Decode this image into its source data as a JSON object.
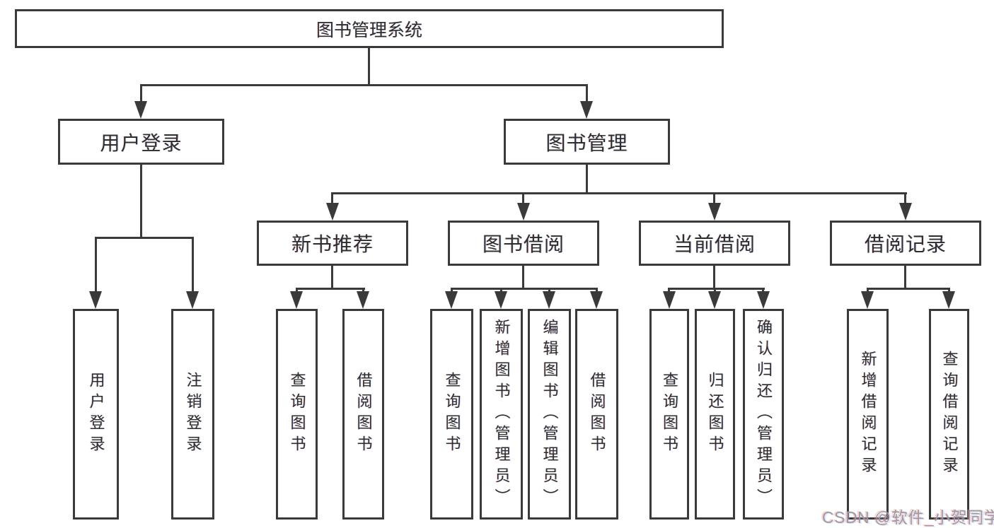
{
  "title": "图书管理系统",
  "branches": [
    {
      "label": "用户登录",
      "children": [
        "用户登录",
        "注销登录"
      ]
    },
    {
      "label": "图书管理",
      "groups": [
        {
          "label": "新书推荐",
          "children": [
            "查询图书",
            "借阅图书"
          ]
        },
        {
          "label": "图书借阅",
          "children": [
            "查询图书",
            "新增图书（管理员）",
            "编辑图书（管理员）",
            "借阅图书"
          ]
        },
        {
          "label": "当前借阅",
          "children": [
            "查询图书",
            "归还图书",
            "确认归还（管理员）"
          ]
        },
        {
          "label": "借阅记录",
          "children": [
            "新增借阅记录",
            "查询借阅记录"
          ]
        }
      ]
    }
  ],
  "watermark": "CSDN @软件_小贺同学",
  "colors": {
    "line": "#3a3a3a",
    "text": "#2d2d2d",
    "watermark": "#9c9ca0"
  }
}
